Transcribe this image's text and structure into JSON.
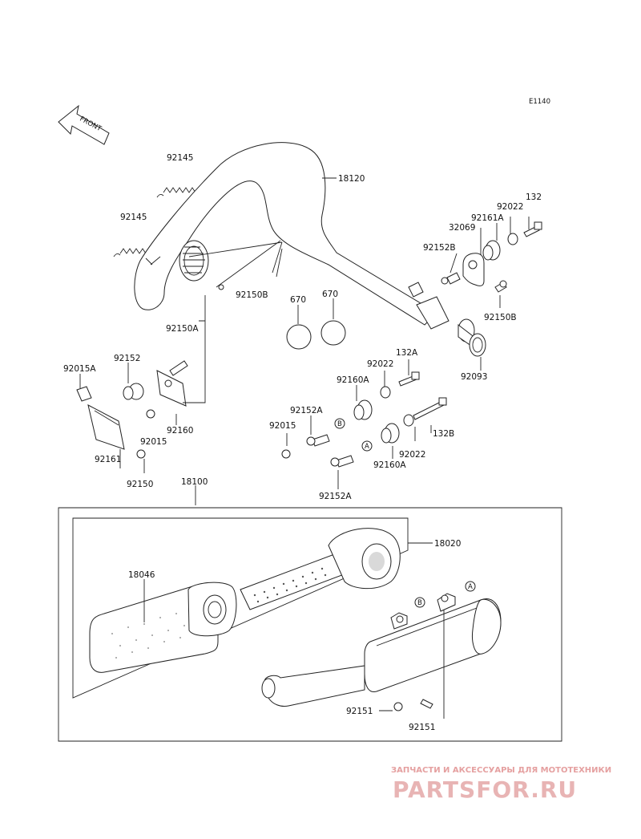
{
  "diagram_code": "E1140",
  "front_label": "FRONT",
  "labels": {
    "p92145a": "92145",
    "p92145b": "92145",
    "p18120": "18120",
    "p92150B_left": "92150B",
    "p92150A": "92150A",
    "p670a": "670",
    "p670b": "670",
    "p132": "132",
    "p92022a": "92022",
    "p92161A": "92161A",
    "p32069": "32069",
    "p92152B": "92152B",
    "p92150B_right": "92150B",
    "p92093": "92093",
    "p92015A": "92015A",
    "p92152": "92152",
    "p92160": "92160",
    "p92015_left": "92015",
    "p92161": "92161",
    "p92150": "92150",
    "p132A": "132A",
    "p92022b": "92022",
    "p92160A_top": "92160A",
    "p92152A_top": "92152A",
    "p92015_mid": "92015",
    "p132B": "132B",
    "p92022c": "92022",
    "p92160A_bottom": "92160A",
    "p92152A_bottom": "92152A",
    "p18100": "18100",
    "p18020": "18020",
    "p18046": "18046",
    "p92151a": "92151",
    "p92151b": "92151"
  },
  "callouts": {
    "a": "A",
    "b": "B"
  },
  "watermark": {
    "tagline": "ЗАПЧАСТИ И АКСЕССУАРЫ ДЛЯ МОТОТЕХНИКИ",
    "site": "PARTSFOR.RU"
  }
}
